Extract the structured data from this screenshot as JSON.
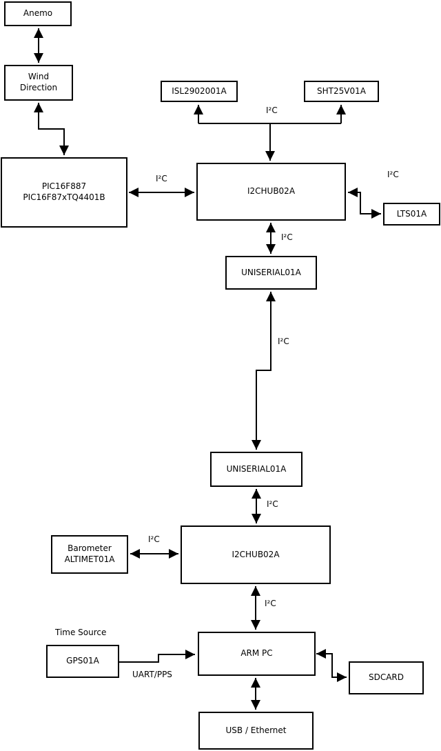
{
  "colors": {
    "line": "#000000",
    "box_fill": "#ffffff",
    "text": "#000000"
  },
  "boxes": {
    "anemo": {
      "label": "Anemo"
    },
    "wind": {
      "line1": "Wind",
      "line2": "Direction"
    },
    "pic": {
      "line1": "PIC16F887",
      "line2": "PIC16F87xTQ4401B"
    },
    "isl": {
      "label": "ISL2902001A"
    },
    "sht": {
      "label": "SHT25V01A"
    },
    "hub1": {
      "label": "I2CHUB02A"
    },
    "lts": {
      "label": "LTS01A"
    },
    "uniserial1": {
      "label": "UNISERIAL01A"
    },
    "uniserial2": {
      "label": "UNISERIAL01A"
    },
    "hub2": {
      "label": "I2CHUB02A"
    },
    "barometer": {
      "line1": "Barometer",
      "line2": "ALTIMET01A"
    },
    "armpc": {
      "label": "ARM PC"
    },
    "gps": {
      "label": "GPS01A"
    },
    "sdcard": {
      "label": "SDCARD"
    },
    "usb": {
      "label": "USB / Ethernet"
    }
  },
  "labels": {
    "i2c_top": "I²C",
    "i2c_pic_hub1": "I²C",
    "i2c_hub1_lts": "I²C",
    "i2c_hub1_uniserial1": "I²C",
    "i2c_long_line": "I²C",
    "i2c_uniserial2_hub2": "I²C",
    "i2c_barometer_hub2": "I²C",
    "i2c_hub2_armpc": "I²C",
    "time_source": "Time Source",
    "uart_pps": "UART/PPS"
  }
}
